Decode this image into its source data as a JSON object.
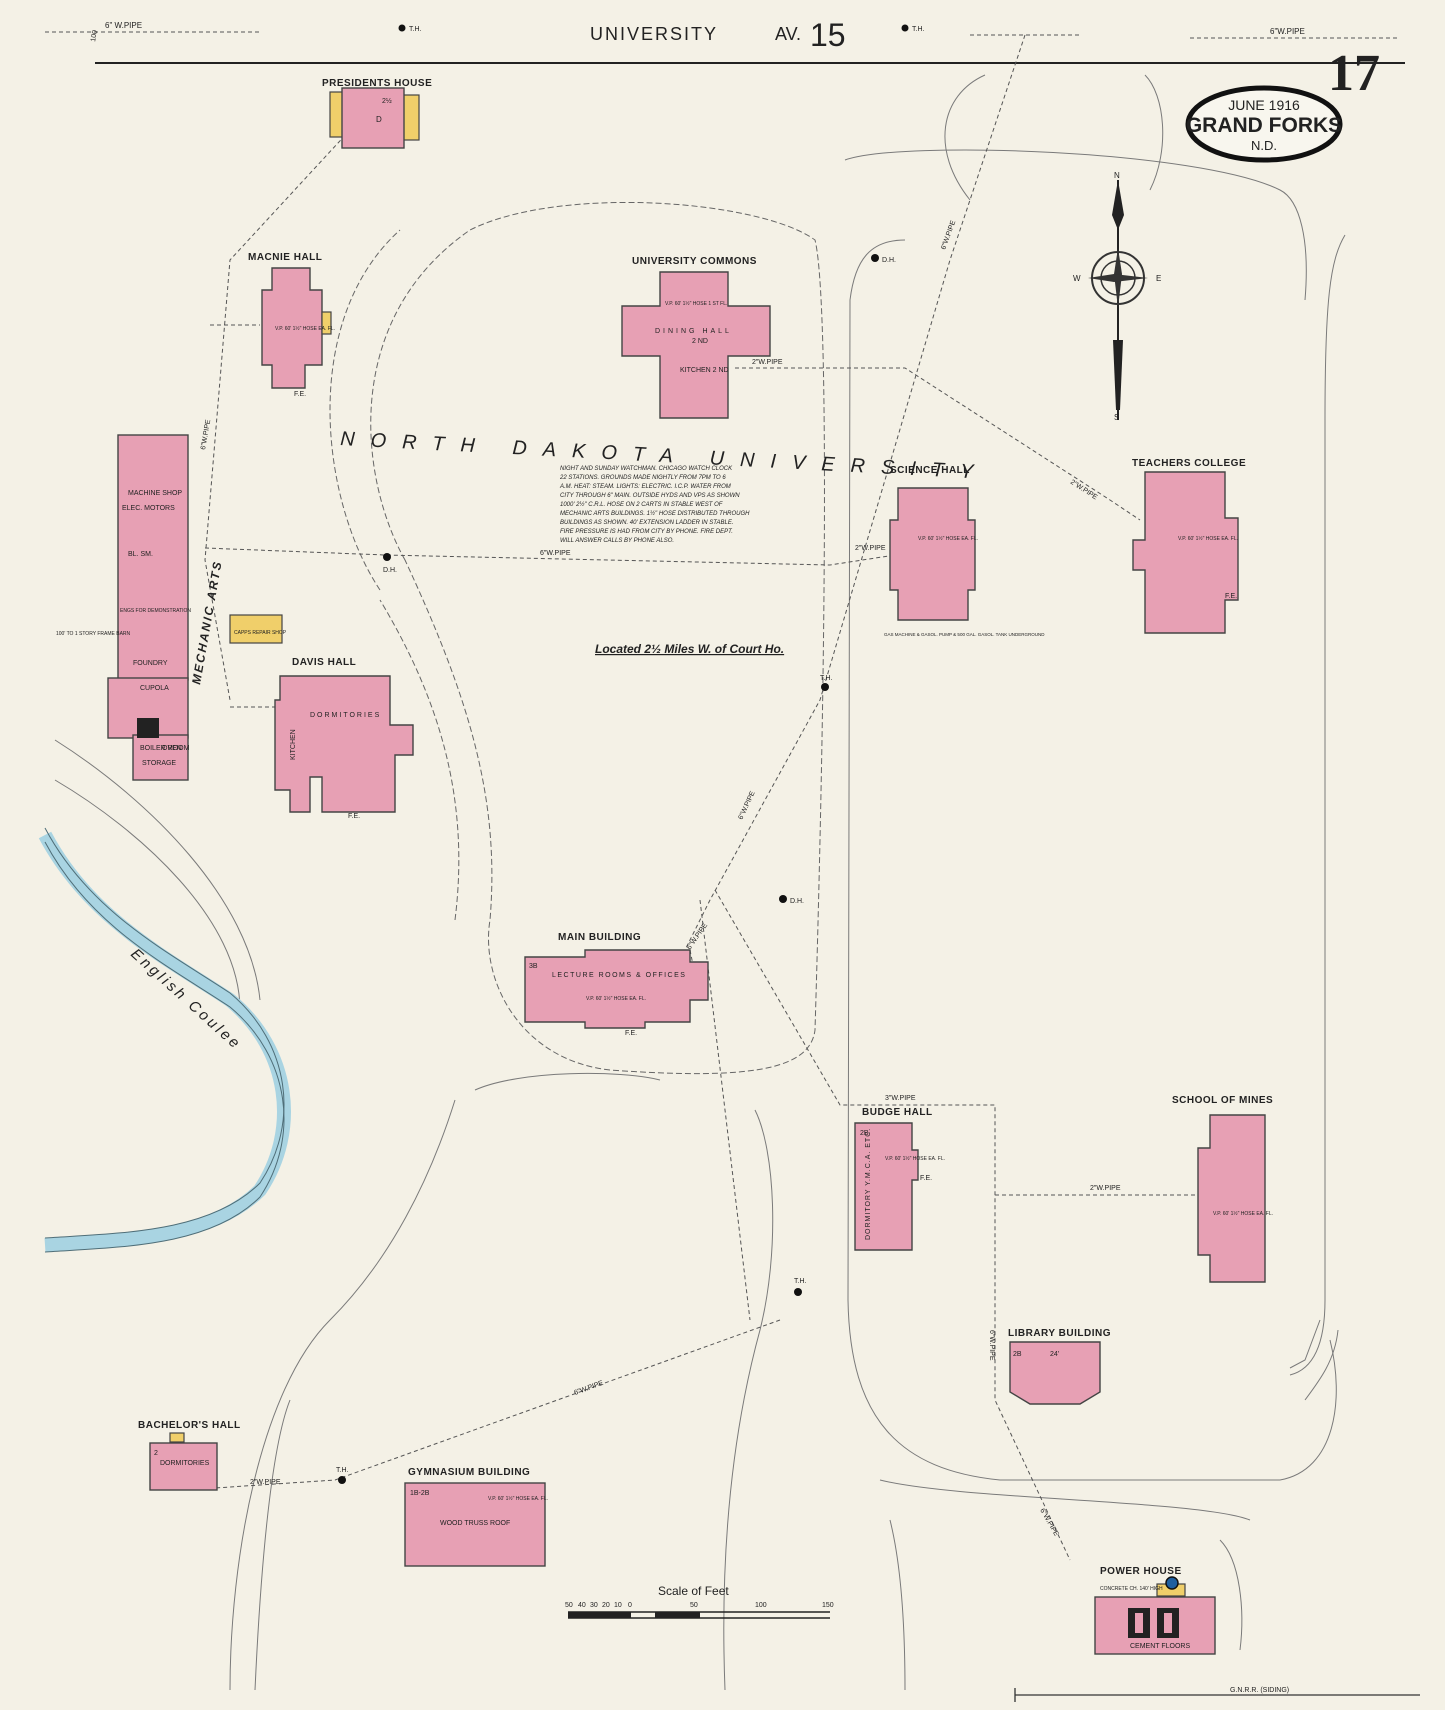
{
  "header": {
    "street": "UNIVERSITY",
    "avenue": "AV.",
    "avenue_number": "15",
    "sheet_number": "17",
    "pipe_left": "6\" W.PIPE",
    "pipe_right": "6\"W.PIPE",
    "th_left": "T.H.",
    "th_right": "T.H.",
    "corner_mark": "100"
  },
  "cartouche": {
    "date": "JUNE 1916",
    "city": "GRAND FORKS",
    "state": "N.D."
  },
  "compass": {
    "north": "N",
    "south": "S",
    "east": "E",
    "west": "W"
  },
  "campus_name": "NORTH DAKOTA UNIVERSITY",
  "location_note": "Located 2½ Miles W. of Court Ho.",
  "fire_note": [
    "NIGHT AND SUNDAY WATCHMAN. CHICAGO WATCH CLOCK",
    "22 STATIONS. GROUNDS MADE NIGHTLY FROM 7PM TO 6",
    "A.M. HEAT: STEAM. LIGHTS: ELECTRIC. I.C.P. WATER FROM",
    "CITY THROUGH 6\" MAIN. OUTSIDE HYDS AND VPS AS SHOWN",
    "1000' 2½\" C.R.L. HOSE ON 2 CARTS IN STABLE WEST OF",
    "MECHANIC ARTS BUILDINGS. 1½\" HOSE DISTRIBUTED THROUGH",
    "BUILDINGS AS SHOWN. 40' EXTENSION LADDER IN STABLE.",
    "FIRE PRESSURE IS HAD FROM CITY BY PHONE. FIRE DEPT.",
    "WILL ANSWER CALLS BY PHONE ALSO."
  ],
  "buildings": {
    "presidents_house": {
      "name": "PRESIDENTS HOUSE",
      "code": "D",
      "stories": "2½"
    },
    "macnie_hall": {
      "name": "MACNIE HALL",
      "note": "V.P. 60' 1½\" HOSE EA. FL."
    },
    "university_commons": {
      "name": "UNIVERSITY COMMONS",
      "inner": "DINING HALL",
      "stories": "2 ND",
      "kitchen": "KITCHEN 2 ND",
      "note": "V.P. 60' 1½\" HOSE 1 ST FL."
    },
    "mechanic_arts": {
      "name": "MECHANIC ARTS",
      "rooms": [
        "MACHINE SHOP",
        "ELEC. MOTORS",
        "BL. SM.",
        "ENGS FOR DEMONSTRATION",
        "FOUNDRY",
        "CUPOLA",
        "BOILER ROOM",
        "OVEN",
        "STORAGE"
      ],
      "side_note": "100' TO 1 STORY FRAME BARN"
    },
    "davis_hall": {
      "name": "DAVIS HALL",
      "inner": "DORMITORIES",
      "kitchen": "KITCHEN"
    },
    "capps_shop": {
      "name": "CAPPS REPAIR SHOP"
    },
    "science_hall": {
      "name": "SCIENCE HALL",
      "note": "GAS MACHINE & GASOL. PUMP & 500 GAL. GASOL. TANK UNDERGROUND",
      "vp": "V.P. 60' 1½\" HOSE EA. FL."
    },
    "teachers_college": {
      "name": "TEACHERS COLLEGE",
      "note": "V.P. 60' 1½\" HOSE EA. FL."
    },
    "main_building": {
      "name": "MAIN BUILDING",
      "inner": "LECTURE ROOMS & OFFICES",
      "stories": "3B",
      "note": "V.P. 60' 1½\" HOSE EA. FL."
    },
    "budge_hall": {
      "name": "BUDGE HALL",
      "inner": "DORMITORY Y.M.C.A. ETC.",
      "stories": "2B",
      "note": "V.P. 60' 1½\" HOSE EA. FL."
    },
    "school_of_mines": {
      "name": "SCHOOL OF MINES",
      "note": "V.P. 60' 1½\" HOSE EA. FL."
    },
    "library_building": {
      "name": "LIBRARY BUILDING",
      "stories": "2B",
      "height": "24'"
    },
    "bachelors_hall": {
      "name": "BACHELOR'S HALL",
      "inner": "DORMITORIES",
      "stories": "2"
    },
    "gymnasium": {
      "name": "GYMNASIUM BUILDING",
      "inner": "WOOD TRUSS ROOF",
      "stories": "1B-2B",
      "note": "V.P. 60' 1½\" HOSE EA. FL."
    },
    "power_house": {
      "name": "POWER HOUSE",
      "inner": "CEMENT FLOORS",
      "note": "CONCRETE CH. 140' HIGH"
    }
  },
  "labels": {
    "dh": "D.H.",
    "th": "T.H.",
    "fe": "F.E.",
    "pipe_2": "2\"W.PIPE",
    "pipe_6": "6\"W.PIPE",
    "pipe_3": "3\"W.PIPE",
    "creek": "English Coulee",
    "railroad": "G.N.R.R. (SIDING)"
  },
  "scale": {
    "title": "Scale of Feet",
    "ticks": [
      "50",
      "40",
      "30",
      "20",
      "10",
      "0",
      "50",
      "100",
      "150"
    ]
  },
  "colors": {
    "paper": "#f4f1e6",
    "brick": "#e7a0b4",
    "frame": "#f0cf6a",
    "water": "#a9d4e2"
  }
}
